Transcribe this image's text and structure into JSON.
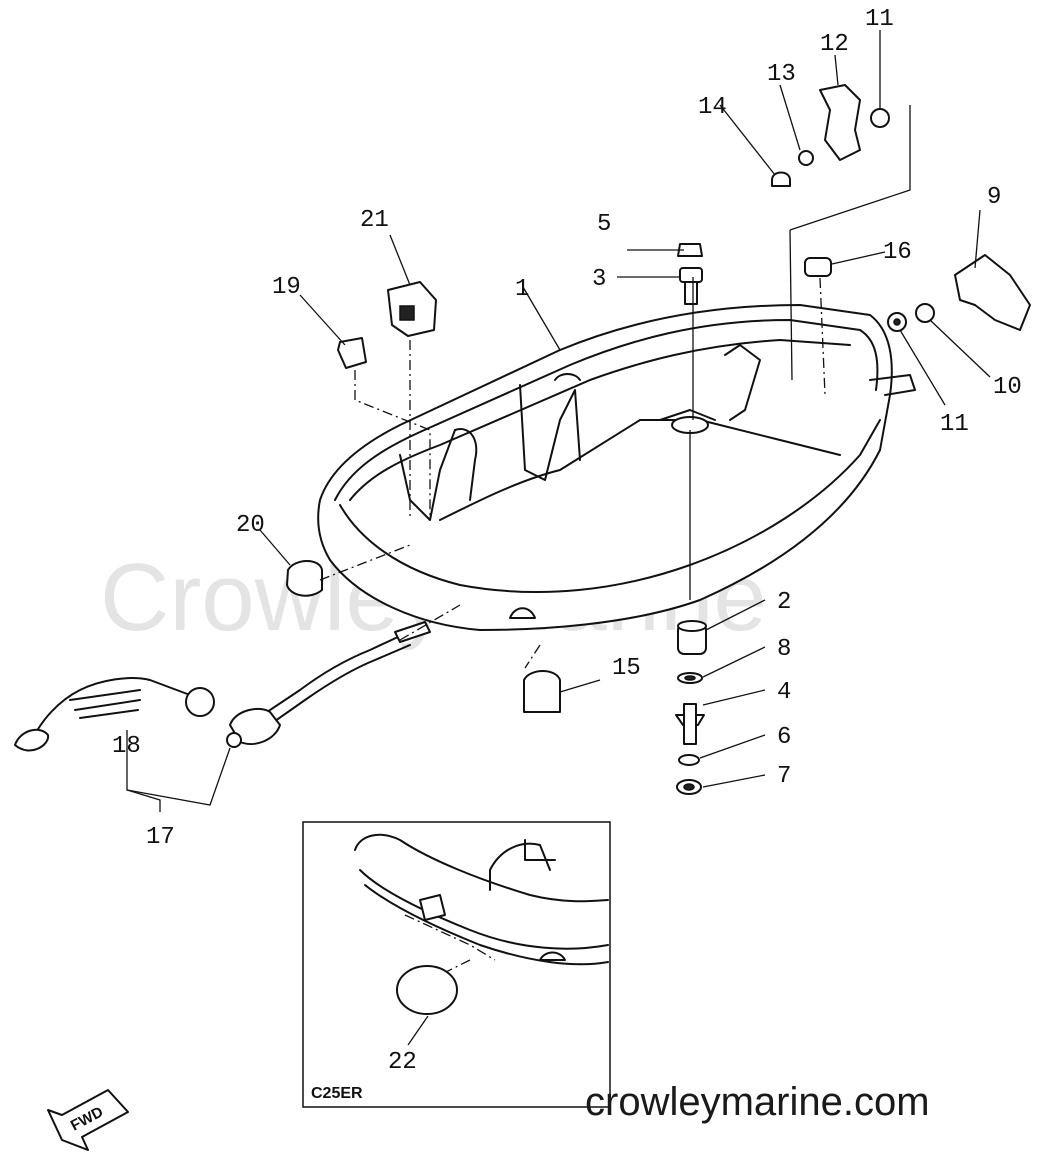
{
  "watermark": "Crowley Marine",
  "footer_url": "crowleymarine.com",
  "inset": {
    "model_label": "C25ER",
    "callout": "22"
  },
  "direction_arrow": "FWD",
  "callouts": [
    {
      "id": "c1",
      "text": "1"
    },
    {
      "id": "c2",
      "text": "2"
    },
    {
      "id": "c3",
      "text": "3"
    },
    {
      "id": "c4",
      "text": "4"
    },
    {
      "id": "c5",
      "text": "5"
    },
    {
      "id": "c6",
      "text": "6"
    },
    {
      "id": "c7",
      "text": "7"
    },
    {
      "id": "c8",
      "text": "8"
    },
    {
      "id": "c9",
      "text": "9"
    },
    {
      "id": "c10",
      "text": "10"
    },
    {
      "id": "c11a",
      "text": "11"
    },
    {
      "id": "c11b",
      "text": "11"
    },
    {
      "id": "c12",
      "text": "12"
    },
    {
      "id": "c13",
      "text": "13"
    },
    {
      "id": "c14",
      "text": "14"
    },
    {
      "id": "c15",
      "text": "15"
    },
    {
      "id": "c16",
      "text": "16"
    },
    {
      "id": "c17",
      "text": "17"
    },
    {
      "id": "c18",
      "text": "18"
    },
    {
      "id": "c19",
      "text": "19"
    },
    {
      "id": "c20",
      "text": "20"
    },
    {
      "id": "c21",
      "text": "21"
    }
  ]
}
